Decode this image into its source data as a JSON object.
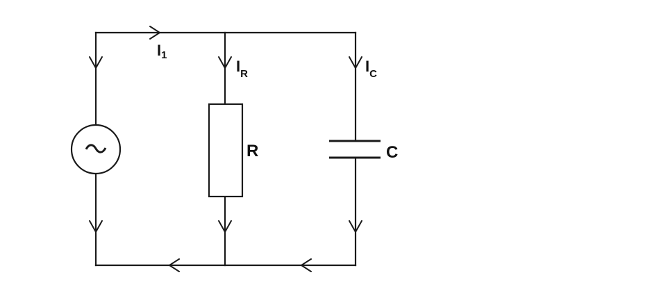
{
  "diagram": {
    "labels": {
      "source_current_main": "I",
      "source_current_sub": "1",
      "resistor_current_main": "I",
      "resistor_current_sub": "R",
      "capacitor_current_main": "I",
      "capacitor_current_sub": "C",
      "resistor": "R",
      "capacitor": "C",
      "source_symbol": "~"
    },
    "colors": {
      "ink": "#1a1a1a",
      "background": "#ffffff"
    }
  }
}
